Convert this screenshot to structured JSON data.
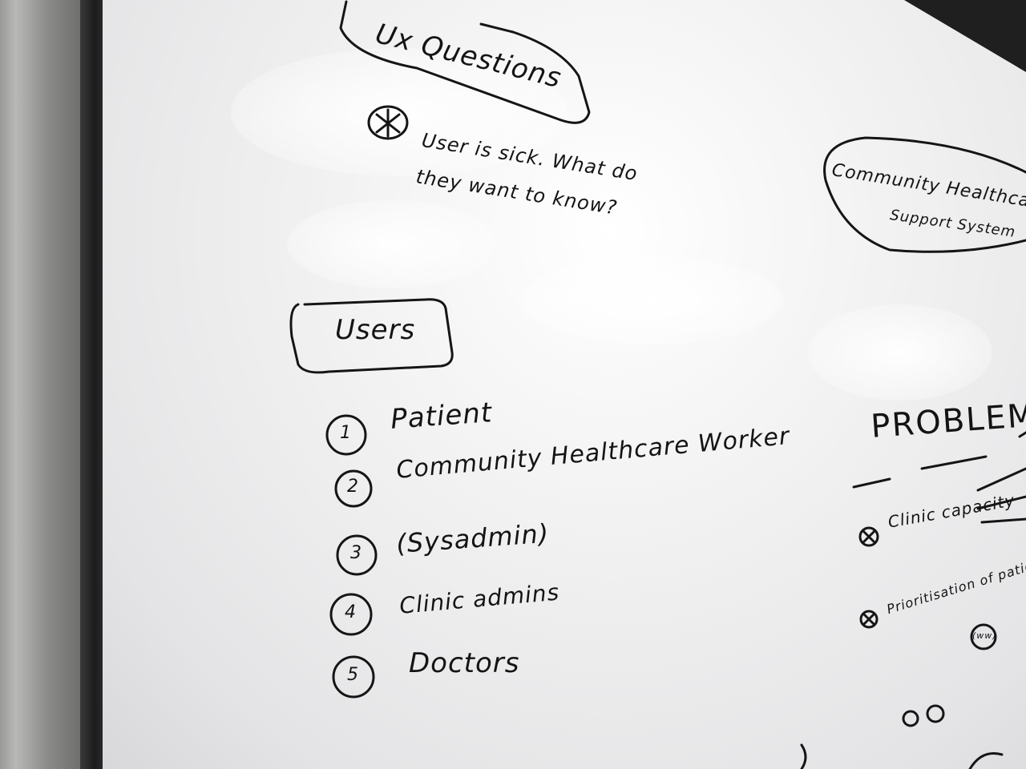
{
  "whiteboard": {
    "ux_questions": {
      "title": "Ux Questions",
      "items": [
        "User is sick. What do they want to know?"
      ]
    },
    "system_name": {
      "line1": "Community Healthcare Wor",
      "line2": "Support System"
    },
    "users": {
      "title": "Users",
      "items": [
        {
          "number": "1",
          "label": "Patient"
        },
        {
          "number": "2",
          "label": "Community Healthcare Worker"
        },
        {
          "number": "3",
          "label": "(Sysadmin)"
        },
        {
          "number": "4",
          "label": "Clinic admins"
        },
        {
          "number": "5",
          "label": "Doctors"
        }
      ]
    },
    "problems": {
      "title": "PROBLEMS",
      "items": [
        "Clinic capacity",
        "Prioritisation of patients"
      ],
      "doodle": "(ww)"
    }
  }
}
